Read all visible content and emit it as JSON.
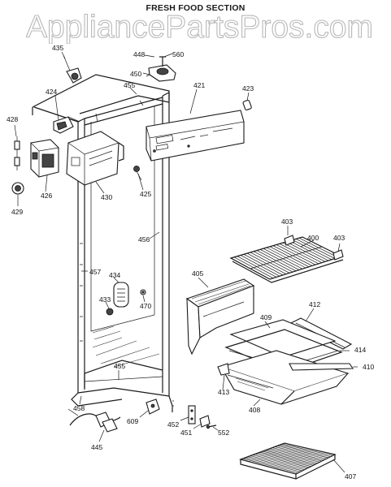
{
  "section_title": "FRESH FOOD SECTION",
  "watermark": "AppliancePartsPros.com",
  "parts": [
    {
      "id": "p435",
      "label": "435"
    },
    {
      "id": "p448",
      "label": "448"
    },
    {
      "id": "p560",
      "label": "560"
    },
    {
      "id": "p450",
      "label": "450"
    },
    {
      "id": "p421",
      "label": "421"
    },
    {
      "id": "p423",
      "label": "423"
    },
    {
      "id": "p455a",
      "label": "455"
    },
    {
      "id": "p424",
      "label": "424"
    },
    {
      "id": "p428",
      "label": "428"
    },
    {
      "id": "p426",
      "label": "426"
    },
    {
      "id": "p430",
      "label": "430"
    },
    {
      "id": "p425",
      "label": "425"
    },
    {
      "id": "p429",
      "label": "429"
    },
    {
      "id": "p456",
      "label": "456"
    },
    {
      "id": "p403a",
      "label": "403"
    },
    {
      "id": "p400",
      "label": "400"
    },
    {
      "id": "p403b",
      "label": "403"
    },
    {
      "id": "p457",
      "label": "457"
    },
    {
      "id": "p434",
      "label": "434"
    },
    {
      "id": "p405",
      "label": "405"
    },
    {
      "id": "p433",
      "label": "433"
    },
    {
      "id": "p470",
      "label": "470"
    },
    {
      "id": "p412",
      "label": "412"
    },
    {
      "id": "p409",
      "label": "409"
    },
    {
      "id": "p414",
      "label": "414"
    },
    {
      "id": "p455b",
      "label": "455"
    },
    {
      "id": "p410",
      "label": "410"
    },
    {
      "id": "p413",
      "label": "413"
    },
    {
      "id": "p408",
      "label": "408"
    },
    {
      "id": "p458",
      "label": "458"
    },
    {
      "id": "p609",
      "label": "609"
    },
    {
      "id": "p452",
      "label": "452"
    },
    {
      "id": "p451",
      "label": "451"
    },
    {
      "id": "p552",
      "label": "552"
    },
    {
      "id": "p445",
      "label": "445"
    },
    {
      "id": "p407",
      "label": "407"
    }
  ]
}
